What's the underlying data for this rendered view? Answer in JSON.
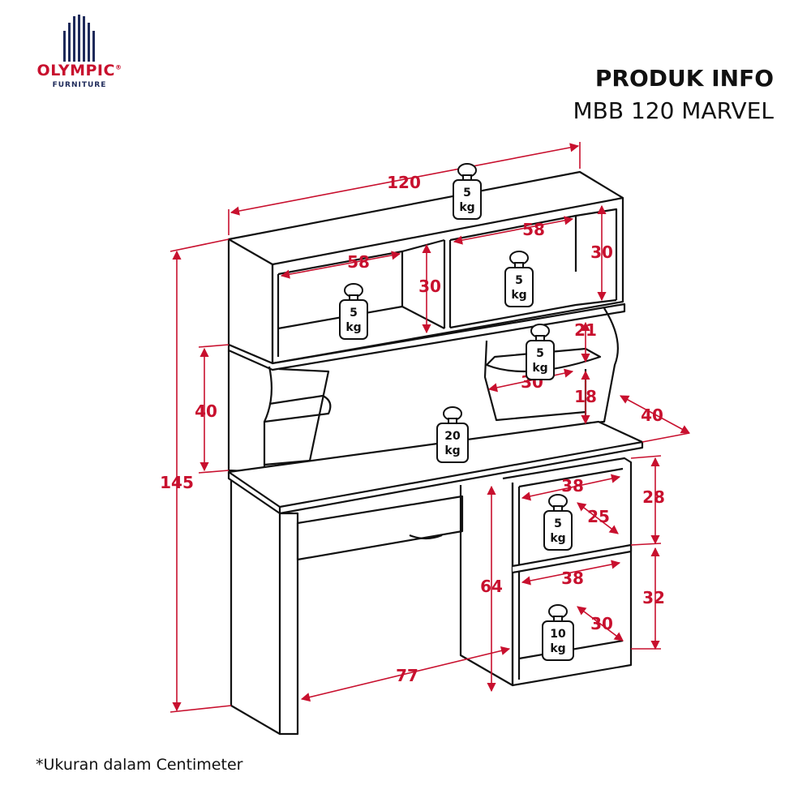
{
  "brand": {
    "name": "OLYMPIC",
    "registered": "®",
    "sub": "FURNITURE",
    "accent_color": "#c8102e",
    "navy_color": "#1e2a5a"
  },
  "header": {
    "title": "PRODUK INFO",
    "subtitle": "MBB 120 MARVEL"
  },
  "dimensions": {
    "total_width": "120",
    "shelf_width_left": "58",
    "shelf_width_right": "58",
    "shelf_height_left": "30",
    "shelf_height_right": "30",
    "hutch_height": "40",
    "total_height": "145",
    "side_shelf_height": "21",
    "side_shelf_width": "30",
    "side_gap": "18",
    "desk_depth": "40",
    "cabinet_top_width": "38",
    "cabinet_top_depth": "25",
    "cabinet_top_height": "28",
    "cabinet_bottom_width": "38",
    "cabinet_bottom_depth": "30",
    "cabinet_bottom_height": "32",
    "cabinet_total_height": "64",
    "desk_width": "77"
  },
  "weights": {
    "top": [
      "5",
      "kg"
    ],
    "left_shelf": [
      "5",
      "kg"
    ],
    "right_shelf": [
      "5",
      "kg"
    ],
    "side_shelf": [
      "5",
      "kg"
    ],
    "desk": [
      "20",
      "kg"
    ],
    "cabinet_top": [
      "5",
      "kg"
    ],
    "cabinet_bottom": [
      "10",
      "kg"
    ]
  },
  "footnote": "*Ukuran dalam Centimeter",
  "colors": {
    "dimension": "#c8102e",
    "outline": "#111111"
  }
}
